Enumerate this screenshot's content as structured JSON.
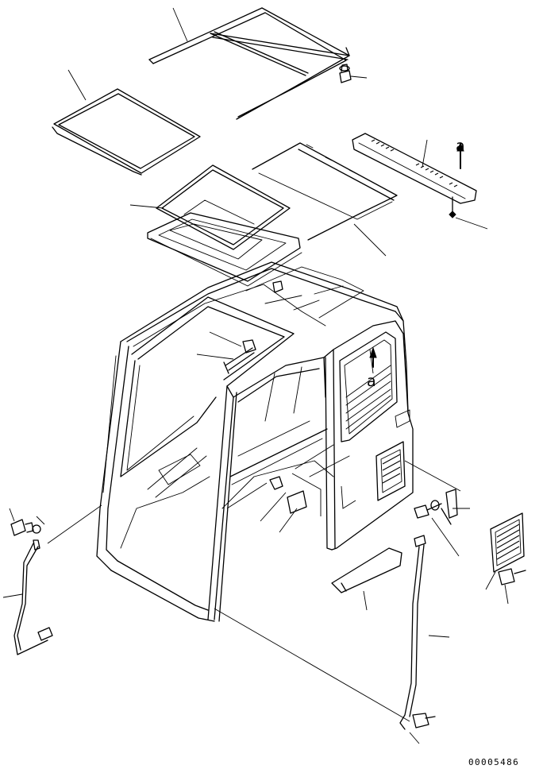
{
  "drawing": {
    "section_label_1": "a",
    "section_label_2": "a",
    "drawing_number": "00005486",
    "footer_mark": "_ _"
  }
}
